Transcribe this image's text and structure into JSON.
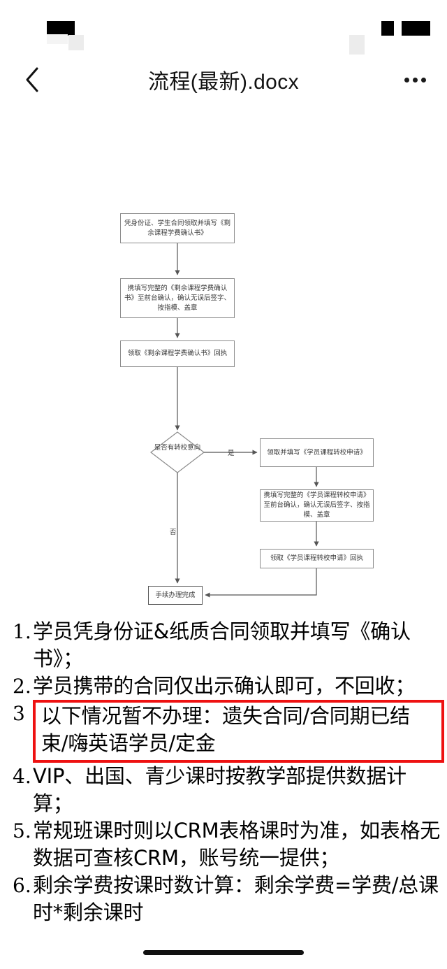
{
  "statusbar": {
    "redactions": [
      "left-block",
      "left-ghost",
      "right-ghost",
      "right-small-block",
      "right-wide-block"
    ]
  },
  "header": {
    "back_icon": "chevron-left-icon",
    "title": "流程(最新).docx",
    "more_icon": "ellipsis-icon"
  },
  "flowchart": {
    "nodes": {
      "n1": "凭身份证、学生合同领取并填写《剩余课程学费确认书》",
      "n2": "携填写完整的《剩余课程学费确认书》至前台确认，确认无误后签字、按指模、盖章",
      "n3": "领取《剩余课程学费确认书》回执",
      "decision": "是否有转校意向",
      "r1": "领取并填写《学员课程转校申请》",
      "r2": "携填写完整的《学员课程转校申请》至前台确认，确认无误后签字、按指模、盖章",
      "r3": "领取《学员课程转校申请》回执",
      "end": "手续办理完成"
    },
    "edge_labels": {
      "yes": "是",
      "no": "否"
    }
  },
  "notes": {
    "items": [
      {
        "num": "1.",
        "text": "学员凭身份证&纸质合同领取并填写《确认书》；",
        "highlighted": false
      },
      {
        "num": "2.",
        "text": "学员携带的合同仅出示确认即可，不回收；",
        "highlighted": false
      },
      {
        "num": "3",
        "text": "以下情况暂不办理：遗失合同/合同期已结束/嗨英语学员/定金",
        "highlighted": true
      },
      {
        "num": "4.",
        "text": "VIP、出国、青少课时按教学部提供数据计算；",
        "highlighted": false
      },
      {
        "num": "5.",
        "text": "常规班课时则以CRM表格课时为准，如表格无数据可查核CRM，账号统一提供；",
        "highlighted": false
      },
      {
        "num": "6.",
        "text": "剩余学费按课时数计算：剩余学费=学费/总课时*剩余课时",
        "highlighted": false
      }
    ]
  },
  "colors": {
    "highlight_border": "#ee1111",
    "flow_line": "#8b8b8b",
    "text": "#000000"
  },
  "bottombar": {
    "home_indicator": "home-indicator"
  }
}
